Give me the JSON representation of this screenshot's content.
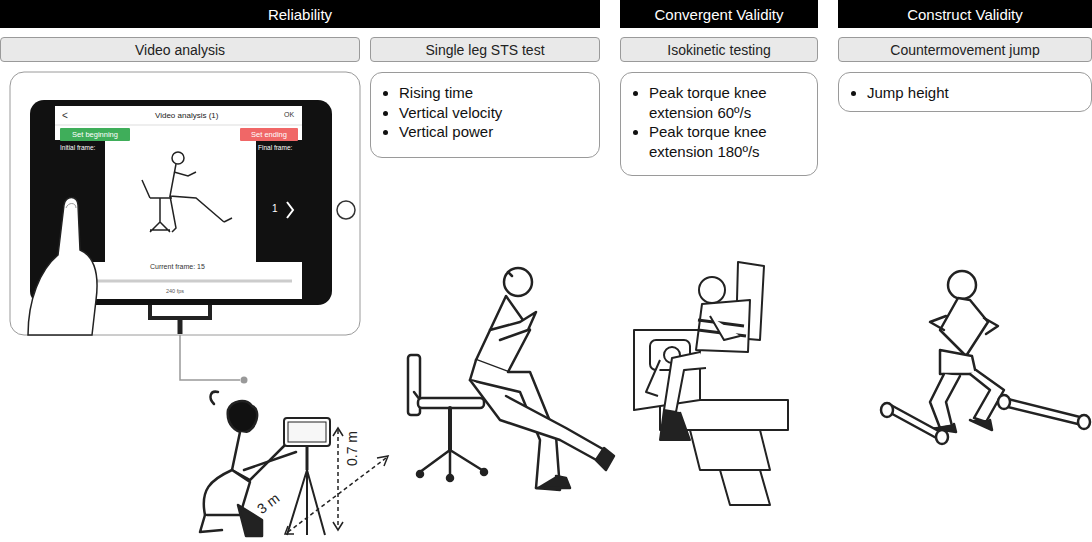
{
  "diagram": {
    "nodes": [
      {
        "text": [
          "Reliability"
        ]
      },
      {
        "text": [
          "Convergent Validity"
        ]
      },
      {
        "text": [
          "Construct Validity"
        ]
      },
      {
        "text": [
          "Video analysis"
        ]
      },
      {
        "text": [
          "Single leg STS test"
        ]
      },
      {
        "text": [
          "Isokinetic testing"
        ]
      },
      {
        "text": [
          "Countermovement jump"
        ]
      },
      {
        "text": [
          "Rising time",
          "Vertical velocity",
          "Vertical power"
        ]
      },
      {
        "text": [
          "Peak torque knee extension 60º/s",
          "Peak torque knee extension 180º/s"
        ]
      },
      {
        "text": [
          "Jump height"
        ]
      },
      {
        "text": [
          "Set beginning"
        ]
      },
      {
        "text": [
          "Set ending"
        ]
      }
    ],
    "labels": [
      "<",
      "Video analysis (1)",
      "OK",
      "Initial frame:",
      "Final frame:",
      "1",
      "Current frame: 15",
      "240 fps",
      "0.7 m",
      "3 m"
    ]
  }
}
